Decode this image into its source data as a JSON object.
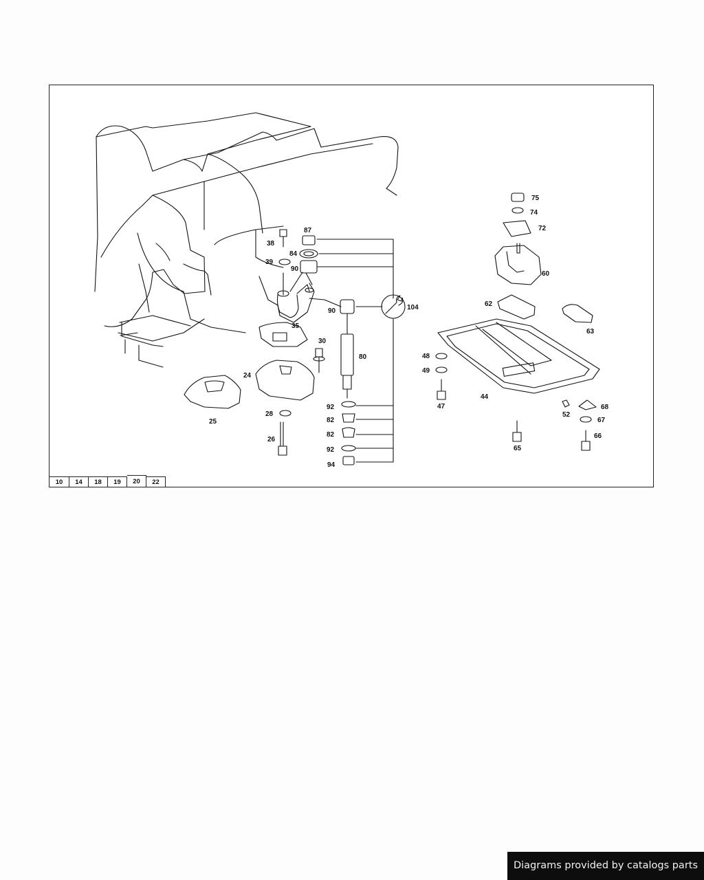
{
  "diagram": {
    "callouts": {
      "c24": "24",
      "c25": "25",
      "c26": "26",
      "c28": "28",
      "c30": "30",
      "c35": "35",
      "c38": "38",
      "c39": "39",
      "c44": "44",
      "c47": "47",
      "c48": "48",
      "c49": "49",
      "c52": "52",
      "c60": "60",
      "c62": "62",
      "c63": "63",
      "c65": "65",
      "c66": "66",
      "c67": "67",
      "c68": "68",
      "c72": "72",
      "c74": "74",
      "c75": "75",
      "c80": "80",
      "c82a": "82",
      "c82b": "82",
      "c84": "84",
      "c87": "87",
      "c90a": "90",
      "c90b": "90",
      "c92a": "92",
      "c92b": "92",
      "c94": "94",
      "c104": "104"
    },
    "torque_icon": "wrench-icon"
  },
  "section_tabs": [
    "10",
    "14",
    "18",
    "19",
    "20",
    "22"
  ],
  "active_tab": "20",
  "footer": {
    "credit": "Diagrams provided by catalogs parts"
  }
}
